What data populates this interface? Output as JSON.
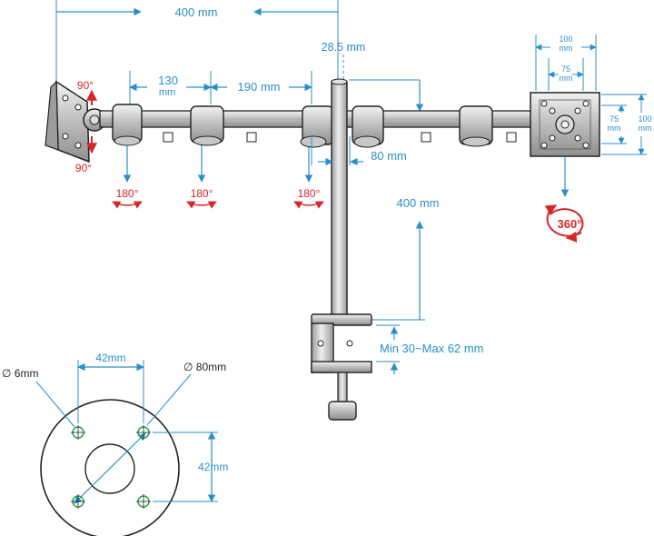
{
  "colors": {
    "dimension": "#2a8fc8",
    "rotation": "#d7262a",
    "metal": "#b9b9b9",
    "metal_dark": "#8a8a8a",
    "outline": "#222222"
  },
  "labels": {
    "width_400": "400 mm",
    "pole_offset": "28.5 mm",
    "arm_130": "130",
    "arm_130_unit": "mm",
    "arm_190": "190 mm",
    "tilt_up": "90°",
    "tilt_down": "90°",
    "swivel_1": "180°",
    "swivel_2": "180°",
    "swivel_3": "180°",
    "center_80": "80 mm",
    "pole_height": "400 mm",
    "clamp_range": "Min 30~Max 62 mm",
    "vesa_100_w": "100",
    "vesa_100_w_unit": "mm",
    "vesa_75_w": "75",
    "vesa_75_w_unit": "mm",
    "vesa_75_h": "75",
    "vesa_75_h_unit": "mm",
    "vesa_100_h": "100",
    "vesa_100_h_unit": "mm",
    "rotate_360": "360°",
    "base_42_h": "42mm",
    "base_42_v": "42mm",
    "hole_dia": "∅ 6mm",
    "base_dia": "∅ 80mm"
  }
}
